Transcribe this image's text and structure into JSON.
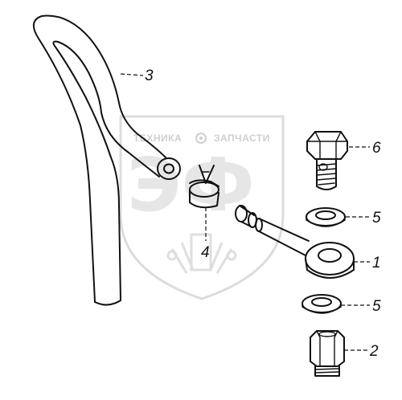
{
  "watermark": {
    "left_text": "ТЕХНИКА",
    "right_text": "ЗАПЧАСТИ",
    "big_text": "ЭФ",
    "color": "#d9d9d9"
  },
  "callouts": [
    {
      "id": "3",
      "label": "3"
    },
    {
      "id": "6",
      "label": "6"
    },
    {
      "id": "5a",
      "label": "5"
    },
    {
      "id": "4",
      "label": "4"
    },
    {
      "id": "1",
      "label": "1"
    },
    {
      "id": "5b",
      "label": "5"
    },
    {
      "id": "2",
      "label": "2"
    }
  ],
  "colors": {
    "line": "#111111",
    "background": "#ffffff"
  }
}
